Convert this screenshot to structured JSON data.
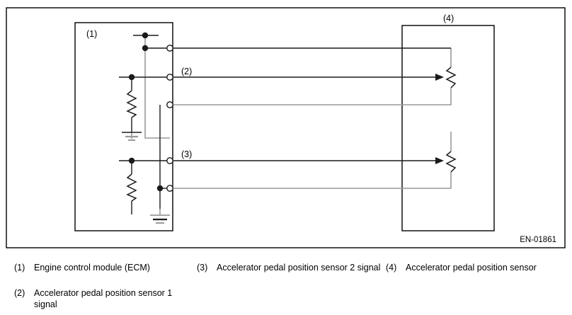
{
  "diagram": {
    "code": "EN-01861",
    "callouts": {
      "c1": "(1)",
      "c2": "(2)",
      "c3": "(3)",
      "c4": "(4)"
    },
    "colors": {
      "wire_black": "#1a1a1a",
      "wire_gray": "#999999",
      "frame": "#000000",
      "background": "#ffffff"
    }
  },
  "legend": {
    "items": [
      {
        "num": "(1)",
        "text": "Engine control module (ECM)"
      },
      {
        "num": "(2)",
        "text": "Accelerator pedal position sensor 1 signal"
      },
      {
        "num": "(3)",
        "text": "Accelerator pedal position sensor 2 signal"
      },
      {
        "num": "(4)",
        "text": "Accelerator pedal position sensor"
      }
    ]
  }
}
